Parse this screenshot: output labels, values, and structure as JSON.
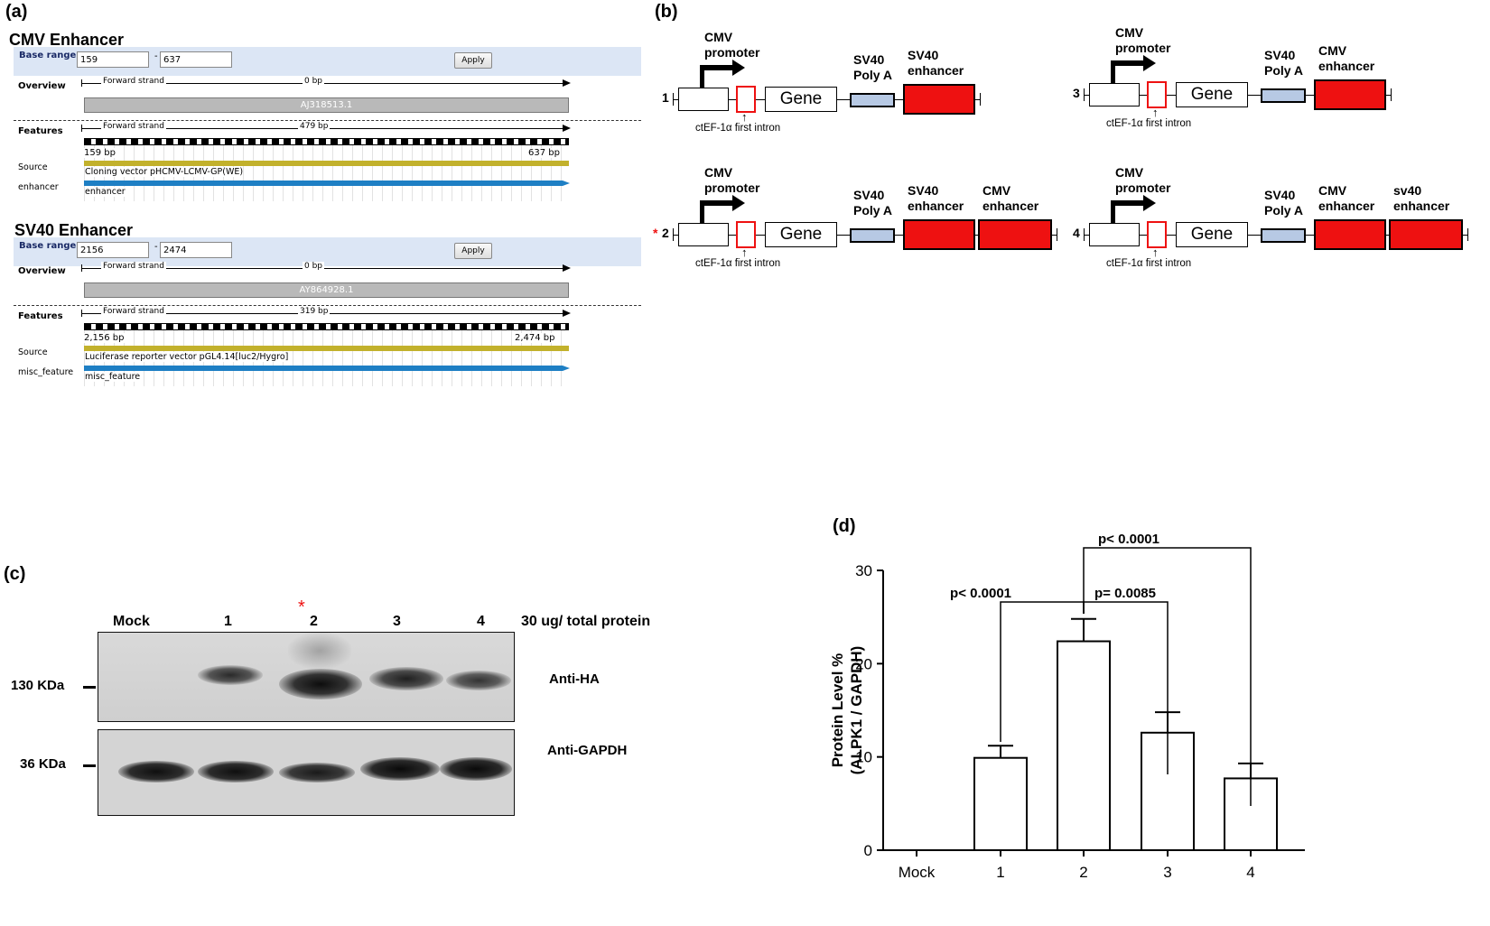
{
  "panel_labels": {
    "a": "(a)",
    "b": "(b)",
    "c": "(c)",
    "d": "(d)"
  },
  "panel_a": {
    "cmv": {
      "title": "CMV Enhancer",
      "base_range_label": "Base range:",
      "range_from": "159",
      "range_to": "637",
      "dash": "-",
      "apply": "Apply",
      "overview_label": "Overview",
      "forward_strand": "Forward strand",
      "overview_bp": "0 bp",
      "accession": "AJ318513.1",
      "features_label": "Features",
      "features_bp": "479 bp",
      "start_bp": "159 bp",
      "end_bp": "637 bp",
      "source_label": "Source",
      "source_text": "Cloning vector pHCMV-LCMV-GP(WE)",
      "feature_label": "enhancer",
      "feature_text": "enhancer"
    },
    "sv40": {
      "title": "SV40 Enhancer",
      "base_range_label": "Base range:",
      "range_from": "2156",
      "range_to": "2474",
      "dash": "-",
      "apply": "Apply",
      "overview_label": "Overview",
      "forward_strand": "Forward strand",
      "overview_bp": "0 bp",
      "accession": "AY864928.1",
      "features_label": "Features",
      "features_bp": "319 bp",
      "start_bp": "2,156 bp",
      "end_bp": "2,474 bp",
      "source_label": "Source",
      "source_text": "Luciferase reporter vector pGL4.14[luc2/Hygro]",
      "feature_label": "misc_feature",
      "feature_text": "misc_feature"
    }
  },
  "panel_b": {
    "constructs": [
      {
        "num": "1",
        "star": "",
        "enh1": "SV40\nenhancer",
        "enh2": ""
      },
      {
        "num": "2",
        "star": "*",
        "enh1": "SV40\nenhancer",
        "enh2": "CMV\nenhancer"
      },
      {
        "num": "3",
        "star": "",
        "enh1": "CMV\nenhancer",
        "enh2": ""
      },
      {
        "num": "4",
        "star": "",
        "enh1": "CMV\nenhancer",
        "enh2": "sv40\nenhancer"
      }
    ],
    "promoter": "CMV\npromoter",
    "gene": "Gene",
    "polya": "SV40\nPoly A",
    "intron": "ctEF-1α first intron",
    "colors": {
      "enhancer": "#ee1111",
      "polya": "#b7c9e4",
      "intron_border": "#e11111"
    }
  },
  "panel_c": {
    "lanes": [
      "Mock",
      "1",
      "2",
      "3",
      "4"
    ],
    "star": "*",
    "loading": "30 ug/ total protein",
    "top_marker": "130 KDa",
    "bottom_marker": "36 KDa",
    "top_antibody": "Anti-HA",
    "bottom_antibody": "Anti-GAPDH"
  },
  "chart_data": {
    "type": "bar",
    "categories": [
      "Mock",
      "1",
      "2",
      "3",
      "4"
    ],
    "values": [
      0,
      9.9,
      22.4,
      12.6,
      7.7
    ],
    "errors": [
      0,
      1.3,
      2.4,
      2.2,
      1.6
    ],
    "ylabel_line1": "Protein Level %",
    "ylabel_line2": "(ALPK1 / GAPDH)",
    "ylim": [
      0,
      30
    ],
    "yticks": [
      "0",
      "10",
      "20",
      "30"
    ],
    "comparisons": [
      {
        "a": "1",
        "b": "2",
        "label": "p< 0.0001"
      },
      {
        "a": "2",
        "b": "3",
        "label": "p= 0.0085"
      },
      {
        "a": "2",
        "b": "4",
        "label": "p< 0.0001"
      }
    ],
    "grid": false
  }
}
